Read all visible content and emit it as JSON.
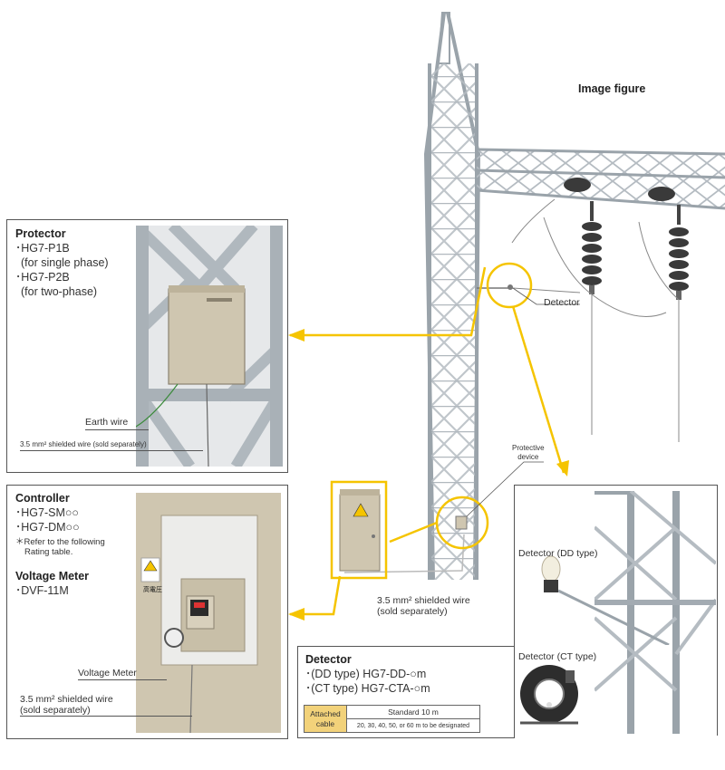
{
  "image_figure_label": "Image figure",
  "protector": {
    "title": "Protector",
    "lines": [
      "･HG7-P1B",
      " (for single phase)",
      "･HG7-P2B",
      " (for two-phase)"
    ],
    "earth_wire": "Earth wire",
    "shielded_wire": "3.5 mm² shielded wire (sold separately)"
  },
  "controller": {
    "title": "Controller",
    "lines": [
      "･HG7-SM○○",
      "･HG7-DM○○"
    ],
    "note_line1": "＊Refer to the following",
    "note_line2": "Rating table."
  },
  "voltage_meter": {
    "title": "Voltage Meter",
    "model": "･DVF-11M",
    "label": "Voltage Meter",
    "wire_line1": "3.5 mm² shielded wire",
    "wire_line2": "(sold separately)"
  },
  "center": {
    "wire_line1": "3.5 mm² shielded wire",
    "wire_line2": "(sold separately)"
  },
  "tower": {
    "detector_label": "Detector",
    "protective_line1": "Protective",
    "protective_line2": "device",
    "warning_text": "高電圧"
  },
  "detector": {
    "title": "Detector",
    "dd_line": "･(DD type) HG7-DD-○m",
    "ct_line": "･(CT type) HG7-CTA-○m",
    "dd_label": "Detector (DD type)",
    "ct_label": "Detector (CT type)",
    "table": {
      "header_line1": "Attached",
      "header_line2": "cable",
      "standard": "Standard 10 m",
      "designated": "20, 30, 40, 50, or 60 m to be designated"
    }
  },
  "colors": {
    "accent": "#f5c400",
    "steel": "#aab2b8",
    "box": "#cfc6b0"
  }
}
